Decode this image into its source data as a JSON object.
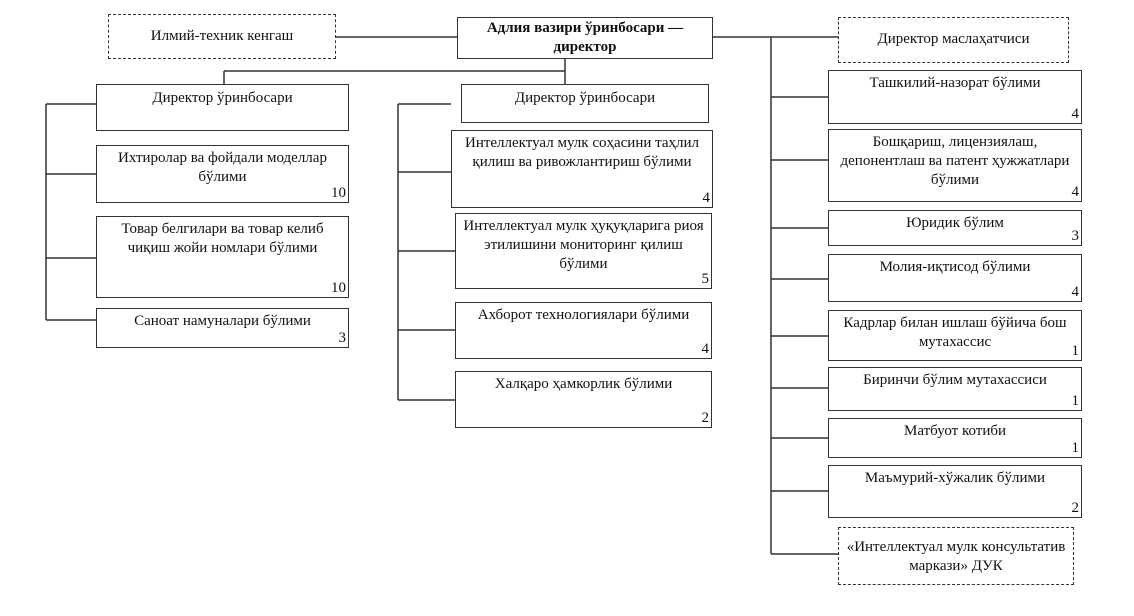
{
  "chart_title": "",
  "head": {
    "title": "Адлия вазири ўринбосари — директор"
  },
  "advisory_left": {
    "title": "Илмий-техник кенгаш"
  },
  "advisory_right": {
    "title": "Директор маслаҳатчиси"
  },
  "deputy_left": {
    "title": "Директор ўринбосари",
    "units": [
      {
        "title": "Ихтиролар ва фойдали моделлар бўлими",
        "count": "10"
      },
      {
        "title": "Товар белгилари ва товар келиб чиқиш жойи номлари бўлими",
        "count": "10"
      },
      {
        "title": "Саноат намуналари бўлими",
        "count": "3"
      }
    ]
  },
  "deputy_middle": {
    "title": "Директор ўринбосари",
    "units": [
      {
        "title": "Интеллектуал мулк соҳасини таҳлил қилиш ва ривожлантириш бўлими",
        "count": "4"
      },
      {
        "title": "Интеллектуал мулк ҳуқуқларига риоя этилишини мониторинг қилиш бўлими",
        "count": "5"
      },
      {
        "title": "Ахборот технологиялари бўлими",
        "count": "4"
      },
      {
        "title": "Халқаро ҳамкорлик бўлими",
        "count": "2"
      }
    ]
  },
  "director_direct": {
    "units": [
      {
        "title": "Ташкилий-назорат бўлими",
        "count": "4"
      },
      {
        "title": "Бошқариш, лицензиялаш, депонентлаш ва патент ҳужжатлари бўлими",
        "count": "4"
      },
      {
        "title": "Юридик бўлим",
        "count": "3"
      },
      {
        "title": "Молия-иқтисод бўлими",
        "count": "4"
      },
      {
        "title": "Кадрлар билан ишлаш бўйича бош мутахассис",
        "count": "1"
      },
      {
        "title": "Биринчи бўлим мутахассиси",
        "count": "1"
      },
      {
        "title": "Матбуот котиби",
        "count": "1"
      },
      {
        "title": "Маъмурий-хўжалик бўлими",
        "count": "2"
      }
    ],
    "subordinate_org": {
      "title": "«Интеллектуал мулк консультатив маркази» ДУК"
    }
  }
}
